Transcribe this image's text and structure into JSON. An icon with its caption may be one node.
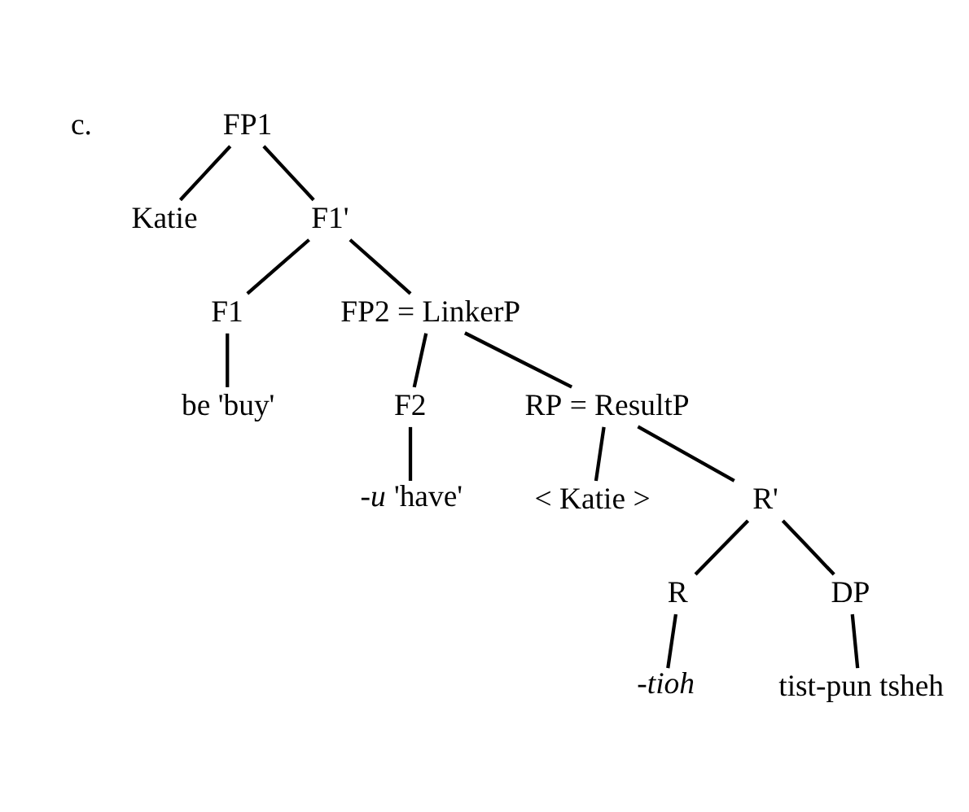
{
  "diagram": {
    "nodes": [
      {
        "text": [
          "FP1"
        ]
      },
      {
        "text": [
          "Katie"
        ]
      },
      {
        "text": [
          "F1'"
        ]
      },
      {
        "text": [
          "F1"
        ]
      },
      {
        "text": [
          "FP2 = LinkerP"
        ]
      },
      {
        "text": [
          "be 'buy'"
        ]
      },
      {
        "text": [
          "F2"
        ]
      },
      {
        "text": [
          "RP = ResultP"
        ]
      },
      {
        "text": [
          "*-u* 'have'"
        ]
      },
      {
        "text": [
          "< Katie >"
        ]
      },
      {
        "text": [
          "R'"
        ]
      },
      {
        "text": [
          "R"
        ]
      },
      {
        "text": [
          "DP"
        ]
      },
      {
        "text": [
          "*-tioh*"
        ]
      },
      {
        "text": [
          "tist-pun tsheh"
        ]
      }
    ],
    "edges": [
      {
        "from": 0,
        "to": 1,
        "arrow": "none"
      },
      {
        "from": 0,
        "to": 2,
        "arrow": "none"
      },
      {
        "from": 2,
        "to": 3,
        "arrow": "none"
      },
      {
        "from": 2,
        "to": 4,
        "arrow": "none"
      },
      {
        "from": 3,
        "to": 5,
        "arrow": "none"
      },
      {
        "from": 4,
        "to": 6,
        "arrow": "none"
      },
      {
        "from": 4,
        "to": 7,
        "arrow": "none"
      },
      {
        "from": 6,
        "to": 8,
        "arrow": "none"
      },
      {
        "from": 7,
        "to": 9,
        "arrow": "none"
      },
      {
        "from": 7,
        "to": 10,
        "arrow": "none"
      },
      {
        "from": 10,
        "to": 11,
        "arrow": "none"
      },
      {
        "from": 10,
        "to": 12,
        "arrow": "none"
      },
      {
        "from": 11,
        "to": 13,
        "arrow": "none"
      },
      {
        "from": 12,
        "to": 14,
        "arrow": "none"
      }
    ],
    "labels": [
      "c."
    ]
  }
}
